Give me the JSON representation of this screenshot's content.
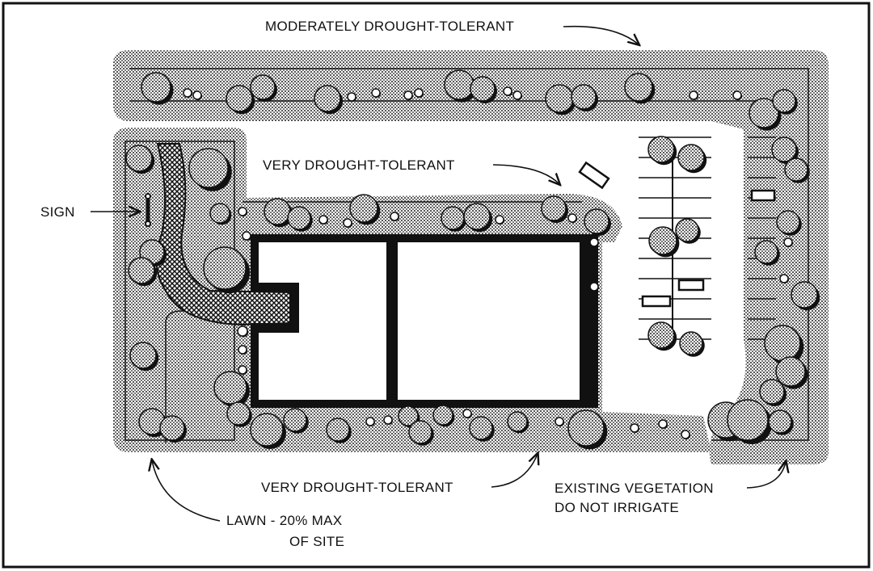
{
  "labels": {
    "moderately_drought_tolerant": "MODERATELY DROUGHT-TOLERANT",
    "very_drought_tolerant_top": "VERY DROUGHT-TOLERANT",
    "sign": "SIGN",
    "very_drought_tolerant_bottom": "VERY DROUGHT-TOLERANT",
    "existing_vegetation_line1": "EXISTING VEGETATION",
    "existing_vegetation_line2": "DO NOT IRRIGATE",
    "lawn_line1": "LAWN - 20% MAX",
    "lawn_line2": "OF SITE"
  },
  "colors": {
    "ink": "#111111",
    "paper": "#ffffff"
  }
}
